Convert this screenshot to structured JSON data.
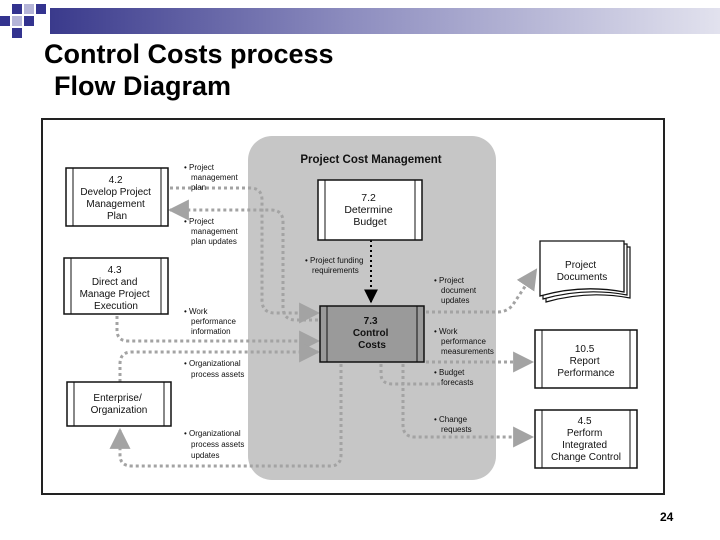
{
  "slide": {
    "title_line1": "Control Costs process",
    "title_line2": "Flow Diagram",
    "page_number": "24"
  },
  "diagram": {
    "area_title": "Project Cost Management",
    "boxes": {
      "develop_plan": [
        "4.2",
        "Develop Project",
        "Management",
        "Plan"
      ],
      "direct_manage": [
        "4.3",
        "Direct and",
        "Manage Project",
        "Execution"
      ],
      "enterprise": [
        "Enterprise/",
        "Organization"
      ],
      "determine_budget": [
        "7.2",
        "Determine",
        "Budget"
      ],
      "control_costs": [
        "7.3",
        "Control",
        "Costs"
      ],
      "project_documents": [
        "Project",
        "Documents"
      ],
      "report_performance": [
        "10.5",
        "Report",
        "Performance"
      ],
      "integrated_change": [
        "4.5",
        "Perform",
        "Integrated",
        "Change  Control"
      ]
    },
    "labels": {
      "pm_plan": [
        "• Project",
        "management",
        "plan"
      ],
      "pm_plan_updates": [
        "• Project",
        "management",
        "plan updates"
      ],
      "funding": [
        "• Project funding",
        "requirements"
      ],
      "work_perf_info": [
        "• Work",
        "performance",
        "information"
      ],
      "org_assets": [
        "• Organizational",
        "process assets"
      ],
      "org_assets_updates": [
        "• Organizational",
        "process assets",
        "updates"
      ],
      "doc_updates": [
        "• Project",
        "document",
        "updates"
      ],
      "work_perf_meas": [
        "• Work",
        "performance",
        "measurements"
      ],
      "budget_forecasts": [
        "• Budget",
        "forecasts"
      ],
      "change_requests": [
        "• Change",
        "requests"
      ]
    }
  },
  "colors": {
    "shaded_area": "#c6c6c6",
    "control_box": "#9a9a9a",
    "connector": "#a3a3a3",
    "title_bar_dark": "#3a3a8c",
    "deco_blue": "#33338f"
  }
}
